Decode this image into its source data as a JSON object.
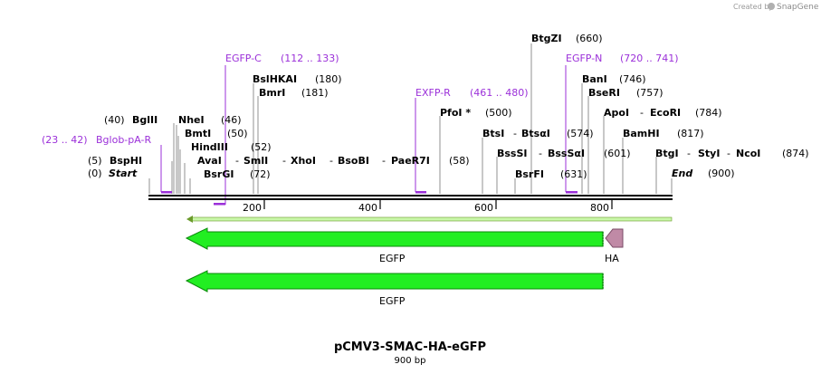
{
  "credit": {
    "prefix": "Created by",
    "brand": "SnapGene"
  },
  "map": {
    "title": "pCMV3-SMAC-HA-eGFP",
    "length_label": "900 bp",
    "ruler_ticks": [
      "200",
      "400",
      "600",
      "800"
    ],
    "start_label": "Start",
    "start_pos": "(0)",
    "end_label": "End",
    "end_pos": "(900)"
  },
  "colors": {
    "feature_green": "#22ee22",
    "feature_green_dark": "#0a8a0a",
    "ha_pink": "#c08aa6",
    "primer_purple": "#9b30d9"
  },
  "sites": [
    {
      "id": "bsphi",
      "name": "BspHI",
      "pos": "(5)"
    },
    {
      "id": "bglii",
      "name": "BglII",
      "pos": "(40)"
    },
    {
      "id": "nhei",
      "name": "NheI",
      "pos": "(46)"
    },
    {
      "id": "bmti",
      "name": "BmtI",
      "pos": "(50)"
    },
    {
      "id": "hindiii",
      "name": "HindIII",
      "pos": "(52)"
    },
    {
      "id": "bsrgi",
      "name": "BsrGI",
      "pos": "(72)"
    },
    {
      "id": "bslhkai",
      "name": "BslHKAI",
      "pos": "(180)"
    },
    {
      "id": "bmri",
      "name": "BmrI",
      "pos": "(181)"
    },
    {
      "id": "ava-group",
      "name_parts": [
        "AvaI",
        "SmlI",
        "XhoI",
        "BsoBI",
        "PaeR7I"
      ],
      "pos": "(58)"
    },
    {
      "id": "pfoi",
      "name": "PfoI *",
      "pos": "(500)"
    },
    {
      "id": "btsi-group",
      "name_parts": [
        "BtsI",
        "BtsαI"
      ],
      "pos": "(574)"
    },
    {
      "id": "bsssi-group",
      "name_parts": [
        "BssSI",
        "BssSαI"
      ],
      "pos": "(601)"
    },
    {
      "id": "bsrfi",
      "name": "BsrFI",
      "pos": "(631)"
    },
    {
      "id": "btgzi",
      "name": "BtgZI",
      "pos": "(660)"
    },
    {
      "id": "bani",
      "name": "BanI",
      "pos": "(746)"
    },
    {
      "id": "bseri",
      "name": "BseRI",
      "pos": "(757)"
    },
    {
      "id": "apoi-group",
      "name_parts": [
        "ApoI",
        "EcoRI"
      ],
      "pos": "(784)"
    },
    {
      "id": "bamhi",
      "name": "BamHI",
      "pos": "(817)"
    },
    {
      "id": "btgi-group",
      "name_parts": [
        "BtgI",
        "StyI",
        "NcoI"
      ],
      "pos": "(874)"
    }
  ],
  "primers": [
    {
      "id": "bglob-pa-r",
      "name": "Bglob-pA-R",
      "range": "(23 .. 42)"
    },
    {
      "id": "egfp-c",
      "name": "EGFP-C",
      "range": "(112 .. 133)"
    },
    {
      "id": "exfp-r",
      "name": "EXFP-R",
      "range": "(461 .. 480)"
    },
    {
      "id": "egfp-n",
      "name": "EGFP-N",
      "range": "(720 .. 741)"
    }
  ],
  "features": [
    {
      "id": "egfp-1",
      "name": "EGFP"
    },
    {
      "id": "ha",
      "name": "HA"
    },
    {
      "id": "egfp-2",
      "name": "EGFP"
    }
  ]
}
